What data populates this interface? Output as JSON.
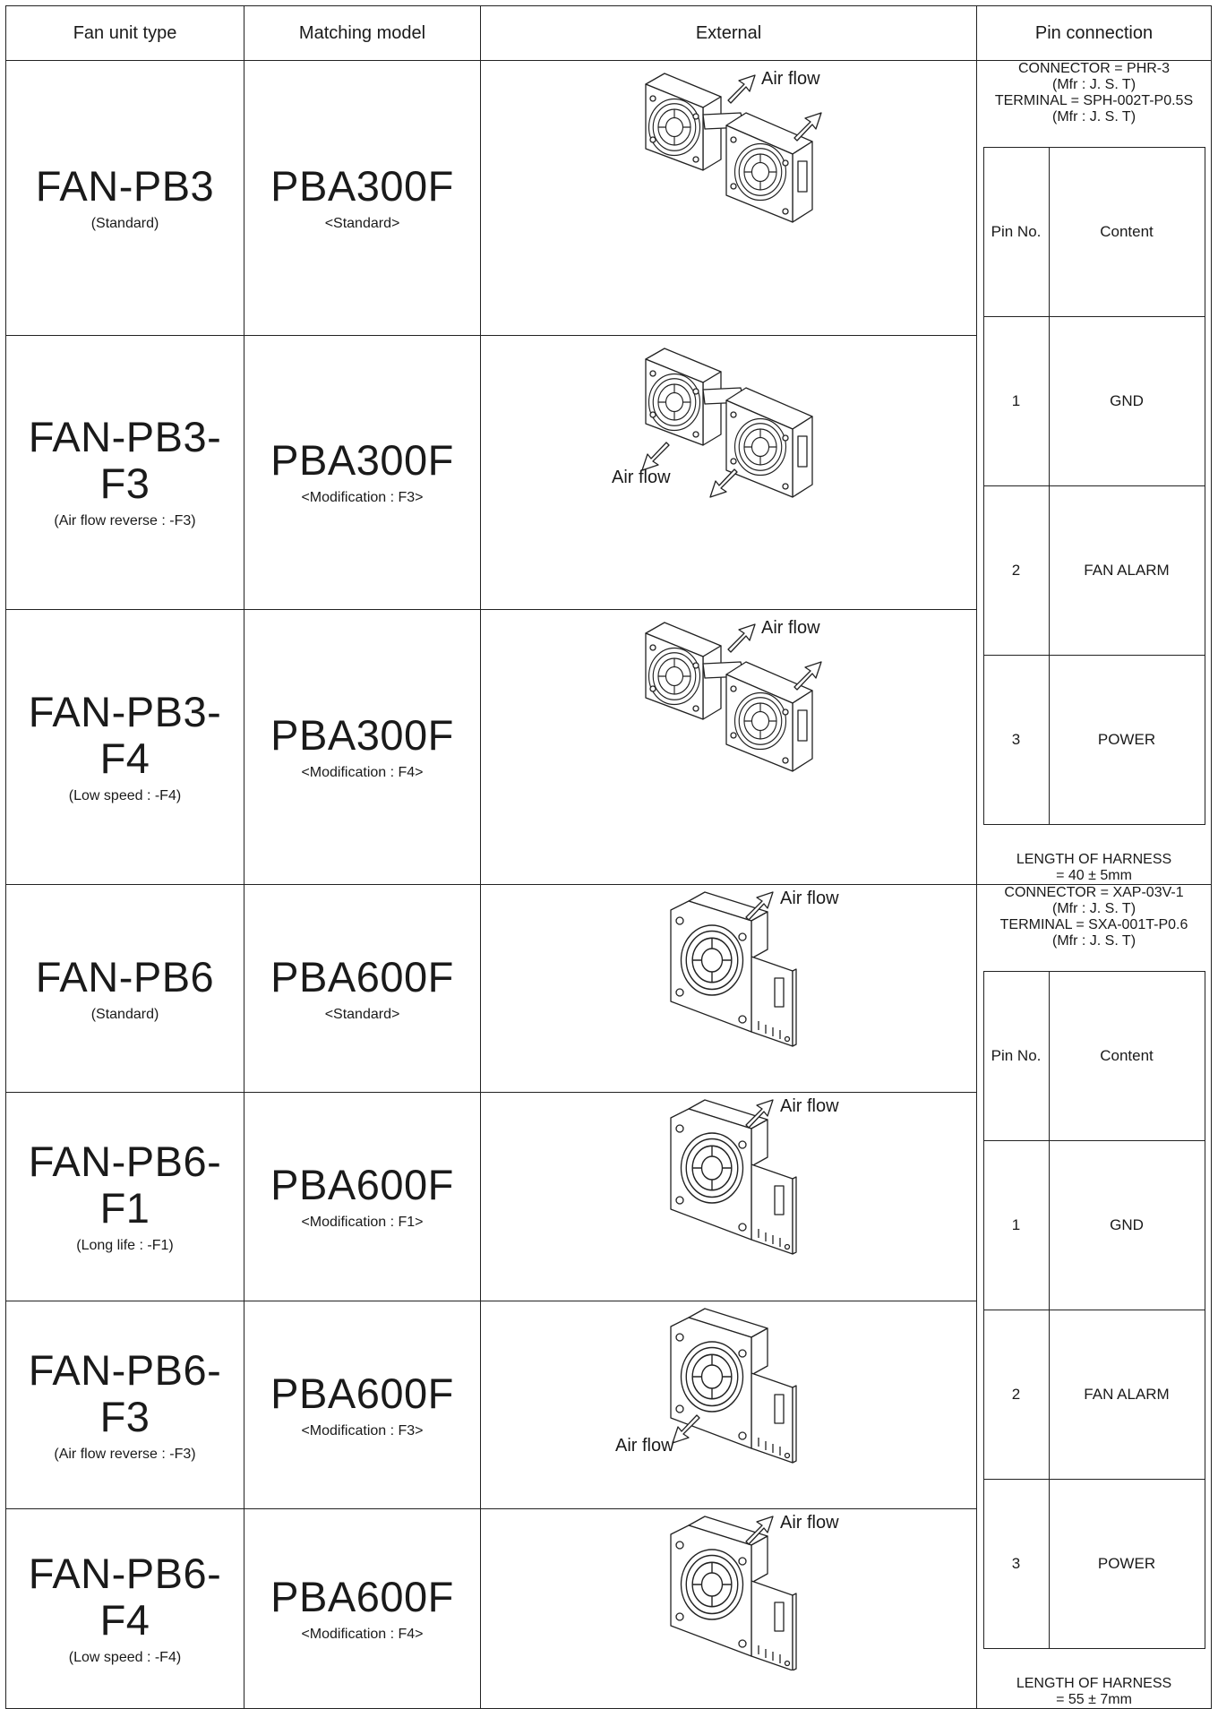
{
  "headers": {
    "fan_unit_type": "Fan unit type",
    "matching_model": "Matching model",
    "external": "External",
    "pin_connection": "Pin connection"
  },
  "rows": [
    {
      "type": "FAN-PB3",
      "type_note": "(Standard)",
      "model": "PBA300F",
      "model_note": "<Standard>",
      "air_flow_label": "Air flow"
    },
    {
      "type": "FAN-PB3-F3",
      "type_note": "(Air flow reverse : -F3)",
      "model": "PBA300F",
      "model_note": "<Modification : F3>",
      "air_flow_label": "Air flow"
    },
    {
      "type": "FAN-PB3-F4",
      "type_note": "(Low speed : -F4)",
      "model": "PBA300F",
      "model_note": "<Modification : F4>",
      "air_flow_label": "Air flow"
    },
    {
      "type": "FAN-PB6",
      "type_note": "(Standard)",
      "model": "PBA600F",
      "model_note": "<Standard>",
      "air_flow_label": "Air flow"
    },
    {
      "type": "FAN-PB6-F1",
      "type_note": "(Long life : -F1)",
      "model": "PBA600F",
      "model_note": "<Modification : F1>",
      "air_flow_label": "Air flow"
    },
    {
      "type": "FAN-PB6-F3",
      "type_note": "(Air flow reverse : -F3)",
      "model": "PBA600F",
      "model_note": "<Modification : F3>",
      "air_flow_label": "Air flow"
    },
    {
      "type": "FAN-PB6-F4",
      "type_note": "(Low speed : -F4)",
      "model": "PBA600F",
      "model_note": "<Modification : F4>",
      "air_flow_label": "Air flow"
    }
  ],
  "pin_groups": [
    {
      "connector": "CONNECTOR = PHR-3",
      "connector_mfr": "(Mfr : J. S. T)",
      "terminal": "TERMINAL = SPH-002T-P0.5S",
      "terminal_mfr": "(Mfr : J. S. T)",
      "table_header": [
        "Pin No.",
        "Content"
      ],
      "pins": [
        [
          "1",
          "GND"
        ],
        [
          "2",
          "FAN ALARM"
        ],
        [
          "3",
          "POWER"
        ]
      ],
      "harness_label": "LENGTH OF HARNESS",
      "harness_value": "= 40 ± 5mm"
    },
    {
      "connector": "CONNECTOR = XAP-03V-1",
      "connector_mfr": "(Mfr : J. S. T)",
      "terminal": "TERMINAL = SXA-001T-P0.6",
      "terminal_mfr": "(Mfr : J. S. T)",
      "table_header": [
        "Pin No.",
        "Content"
      ],
      "pins": [
        [
          "1",
          "GND"
        ],
        [
          "2",
          "FAN ALARM"
        ],
        [
          "3",
          "POWER"
        ]
      ],
      "harness_label": "LENGTH OF HARNESS",
      "harness_value": "= 55 ± 7mm"
    }
  ]
}
